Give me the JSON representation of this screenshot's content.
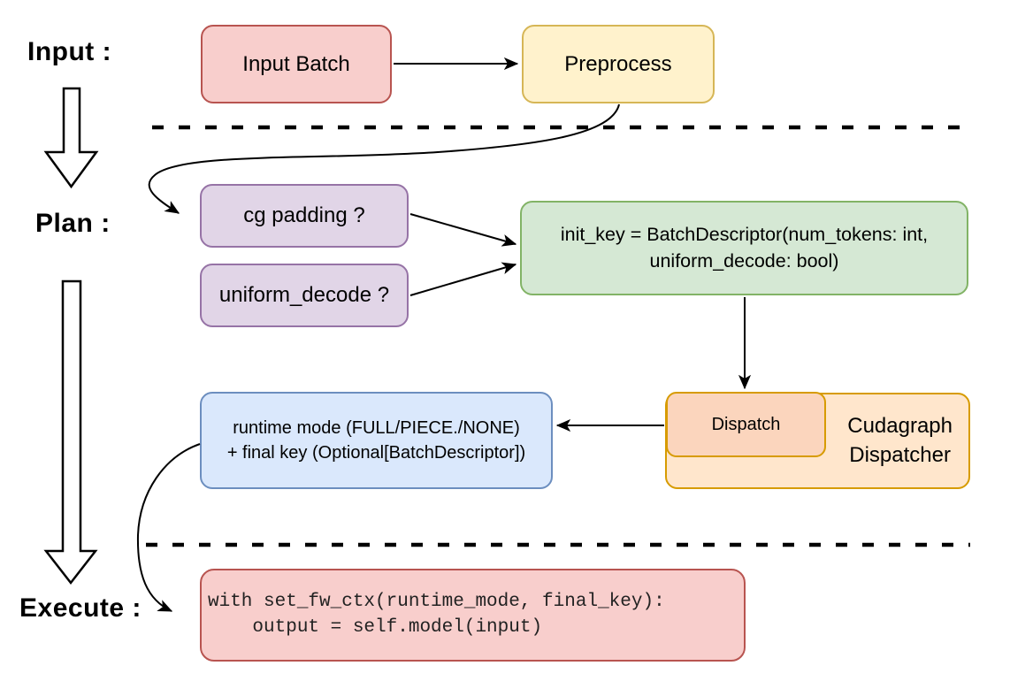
{
  "diagram": {
    "stages": {
      "input_label": "Input :",
      "plan_label": "Plan :",
      "execute_label": "Execute :"
    },
    "nodes": {
      "input_batch": {
        "label": "Input Batch"
      },
      "preprocess": {
        "label": "Preprocess"
      },
      "cg_padding": {
        "label": "cg padding ?"
      },
      "uniform_decode": {
        "label": "uniform_decode ?"
      },
      "init_key": {
        "line1": "init_key = BatchDescriptor(num_tokens: int,",
        "line2": "uniform_decode: bool)"
      },
      "dispatch": {
        "label": "Dispatch"
      },
      "cudagraph_dispatcher": {
        "label": "Cudagraph\nDispatcher"
      },
      "runtime_mode": {
        "line1": "runtime mode (FULL/PIECE./NONE)",
        "line2": "+ final key (Optional[BatchDescriptor])"
      },
      "execute_code": {
        "line1": "with set_fw_ctx(runtime_mode, final_key):",
        "line2": "    output = self.model(input)"
      }
    },
    "colors": {
      "pink_fill": "#f8cecc",
      "pink_stroke": "#b85450",
      "yellow_fill": "#fff2cc",
      "yellow_stroke": "#d6b656",
      "purple_fill": "#e1d5e7",
      "purple_stroke": "#9673a6",
      "green_fill": "#d5e8d4",
      "green_stroke": "#82b366",
      "blue_fill": "#dae8fc",
      "blue_stroke": "#6c8ebf",
      "orange_fill": "#ffe6cc",
      "orange_stroke": "#d79b00",
      "dispatch_fill": "#fbd5bd",
      "arrow_color": "#000000",
      "background": "#ffffff"
    }
  }
}
